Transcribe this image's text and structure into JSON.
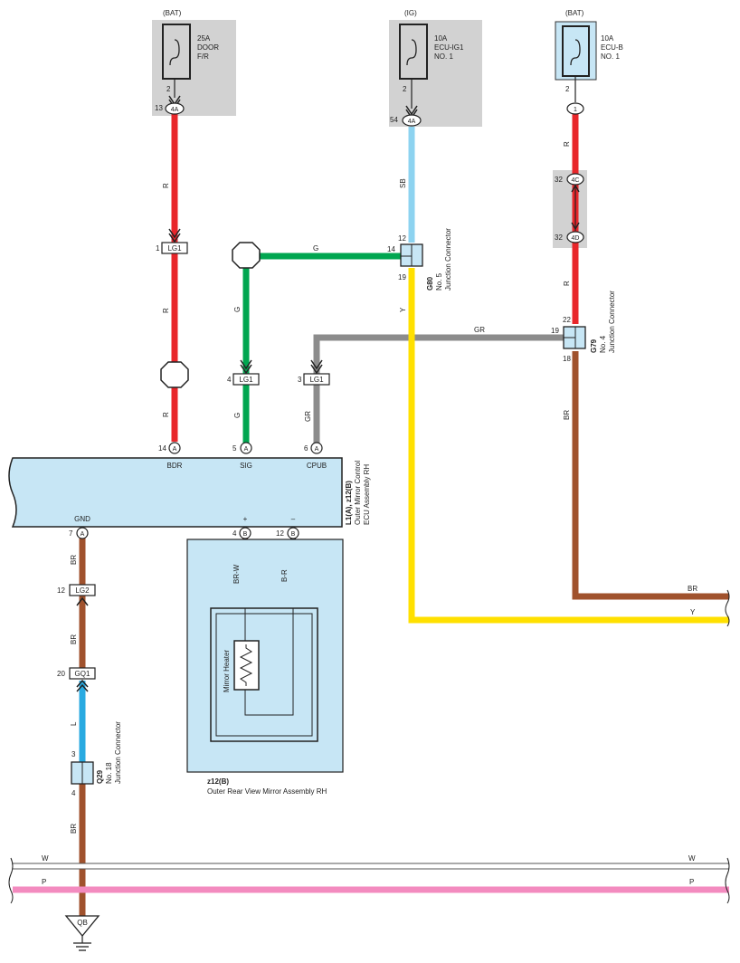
{
  "colors": {
    "red": "#e8262a",
    "light_blue": "#8dd3f0",
    "green": "#00a650",
    "gray": "#8c8c8c",
    "yellow": "#ffe000",
    "brown": "#a0522d",
    "blue": "#29aae1",
    "pink": "#f38bbf",
    "gray_box": "#d2d2d2",
    "blue_box": "#c7e6f5"
  },
  "fuses": [
    {
      "source": "(BAT)",
      "rating": "25A",
      "name_lines": [
        "DOOR",
        "F/R"
      ],
      "pin": "2",
      "connector": "4A",
      "connector_pin": "13"
    },
    {
      "source": "(IG)",
      "rating": "10A",
      "name_lines": [
        "ECU-IG1",
        "NO. 1"
      ],
      "pin": "2",
      "connector": "4A",
      "connector_pin": "54"
    },
    {
      "source": "(BAT)",
      "rating": "10A",
      "name_lines": [
        "ECU-B",
        "NO. 1"
      ],
      "pin": "2",
      "connector": "1",
      "connector_pin": ""
    }
  ],
  "connectors": {
    "lg1_a": {
      "pin": "1",
      "label": "LG1"
    },
    "lg1_b": {
      "pin": "4",
      "label": "LG1"
    },
    "lg1_c": {
      "pin": "3",
      "label": "LG1"
    },
    "lg2": {
      "pin": "12",
      "label": "LG2"
    },
    "gq1": {
      "pin": "20",
      "label": "GQ1"
    },
    "c4c": {
      "pin": "32",
      "label": "4C"
    },
    "c4d": {
      "pin": "32",
      "label": "4D"
    },
    "qb": {
      "label": "QB"
    }
  },
  "junctions": {
    "g80": {
      "id": "G80",
      "lines": [
        "No. 5",
        "Junction Connector"
      ],
      "pin_left": "14",
      "pin_top": "12",
      "pin_bottom": "19"
    },
    "g79": {
      "id": "G79",
      "lines": [
        "No. 4",
        "Junction Connector"
      ],
      "pin_left": "19",
      "pin_top": "22",
      "pin_bottom": "18"
    },
    "q29": {
      "id": "Q29",
      "lines": [
        "No. 18",
        "Junction Connector"
      ],
      "pin_top": "3",
      "pin_bottom": "4"
    }
  },
  "wire_labels": {
    "r": "R",
    "sb": "SB",
    "g": "G",
    "y": "Y",
    "gr": "GR",
    "br": "BR",
    "l": "L",
    "w": "W",
    "p": "P",
    "br_w": "BR-W",
    "b_r": "B-R"
  },
  "ecu": {
    "code": "L1(A), z12(B)",
    "name_lines": [
      "Outer Mirror Control",
      "ECU Assembly RH"
    ],
    "pins": [
      {
        "num": "14",
        "conn": "A",
        "name": "BDR"
      },
      {
        "num": "5",
        "conn": "A",
        "name": "SIG"
      },
      {
        "num": "6",
        "conn": "A",
        "name": "CPUB"
      },
      {
        "num": "7",
        "conn": "A",
        "name": "GND"
      },
      {
        "num": "4",
        "conn": "B",
        "name": "+"
      },
      {
        "num": "12",
        "conn": "B",
        "name": "–"
      }
    ]
  },
  "mirror": {
    "code": "z12(B)",
    "name": "Outer Rear View Mirror Assembly RH",
    "heater": "Mirror Heater"
  }
}
